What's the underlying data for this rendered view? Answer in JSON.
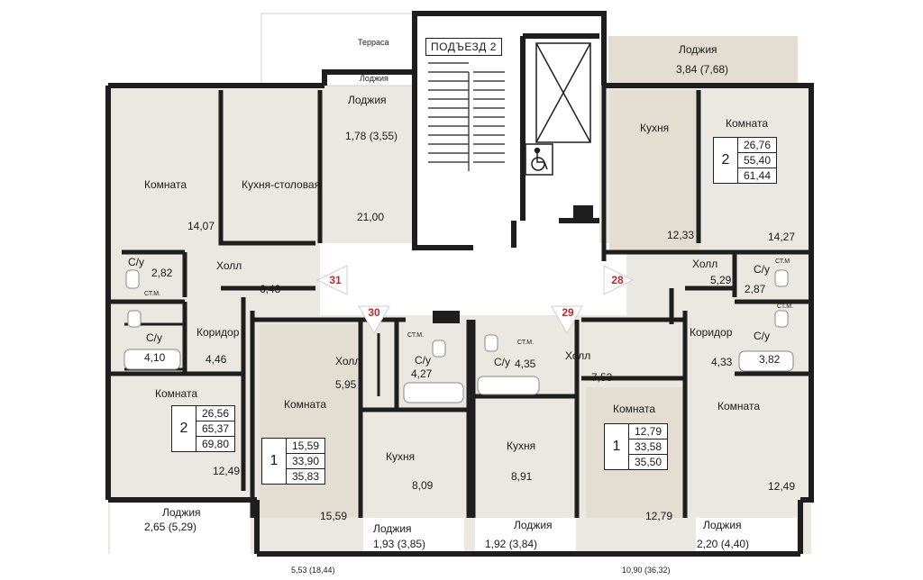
{
  "entrance_label": "ПОДЪЕЗД 2",
  "colors": {
    "wall": "#1e1e1e",
    "room": "#ebe8e1",
    "living": "#e3ddd2",
    "white": "#ffffff",
    "accent": "#c0292b"
  },
  "top": {
    "terrace": "Терраса",
    "loggia_small": "Лоджия",
    "loggia_left_label": "Лоджия",
    "loggia_left_area": "1,78 (3,55)",
    "loggia_right_label": "Лоджия",
    "loggia_right_area": "3,84 (7,68)"
  },
  "apt31": {
    "room_label": "Комната",
    "room_area": "14,07",
    "kitchen_label": "Кухня-столовая",
    "kitchen_area": "21,00",
    "bath1_label": "С/у",
    "bath1_area": "2,82",
    "hall_label": "Холл",
    "hall_area": "6,43",
    "bath2_label": "С/у",
    "bath2_area": "4,10",
    "corridor_label": "Коридор",
    "corridor_area": "4,46",
    "room2_label": "Комната",
    "room2_area": "12,49",
    "rooms": "2",
    "living": "26,56",
    "total": "65,37",
    "total_with": "69,80",
    "loggia_label": "Лоджия",
    "loggia_area": "2,65 (5,29)",
    "number": "31"
  },
  "apt30": {
    "hall_label": "Холл",
    "hall_area": "5,95",
    "bath_label": "С/у",
    "bath_area": "4,27",
    "room_label": "Комната",
    "room_area": "15,59",
    "kitchen_label": "Кухня",
    "kitchen_area": "8,09",
    "rooms": "1",
    "living": "15,59",
    "total": "33,90",
    "total_with": "35,83",
    "loggia_label": "Лоджия",
    "loggia_area": "1,93 (3,85)",
    "number": "30"
  },
  "apt29": {
    "bath_label": "С/у",
    "bath_area": "4,35",
    "hall_label": "Холл",
    "hall_area": "7,53",
    "kitchen_label": "Кухня",
    "kitchen_area": "8,91",
    "room_label": "Комната",
    "room_area": "12,79",
    "rooms": "1",
    "living": "12,79",
    "total": "33,58",
    "total_with": "35,50",
    "loggia_label": "Лоджия",
    "loggia_area": "1,92 (3,84)",
    "number": "29"
  },
  "apt28": {
    "kitchen_label": "Кухня",
    "kitchen_area": "12,33",
    "room_label": "Комната",
    "room_area": "14,27",
    "rooms": "2",
    "living": "26,76",
    "total": "55,40",
    "total_with": "61,44",
    "hall_label": "Холл",
    "hall_area": "5,29",
    "bath1_label": "С/у",
    "bath1_area": "2,87",
    "corridor_label": "Коридор",
    "corridor_area": "4,33",
    "bath2_label": "С/у",
    "bath2_area": "3,82",
    "room2_label": "Комната",
    "room2_area": "12,49",
    "loggia_label": "Лоджия",
    "loggia_area": "2,20 (4,40)",
    "number": "28"
  },
  "bottom": {
    "note_left": "5,53 (18,44)",
    "note_right": "10,90 (36,32)"
  },
  "fixtures": {
    "washer": "СТ.М.",
    "washer_alt": "СТ.М"
  }
}
